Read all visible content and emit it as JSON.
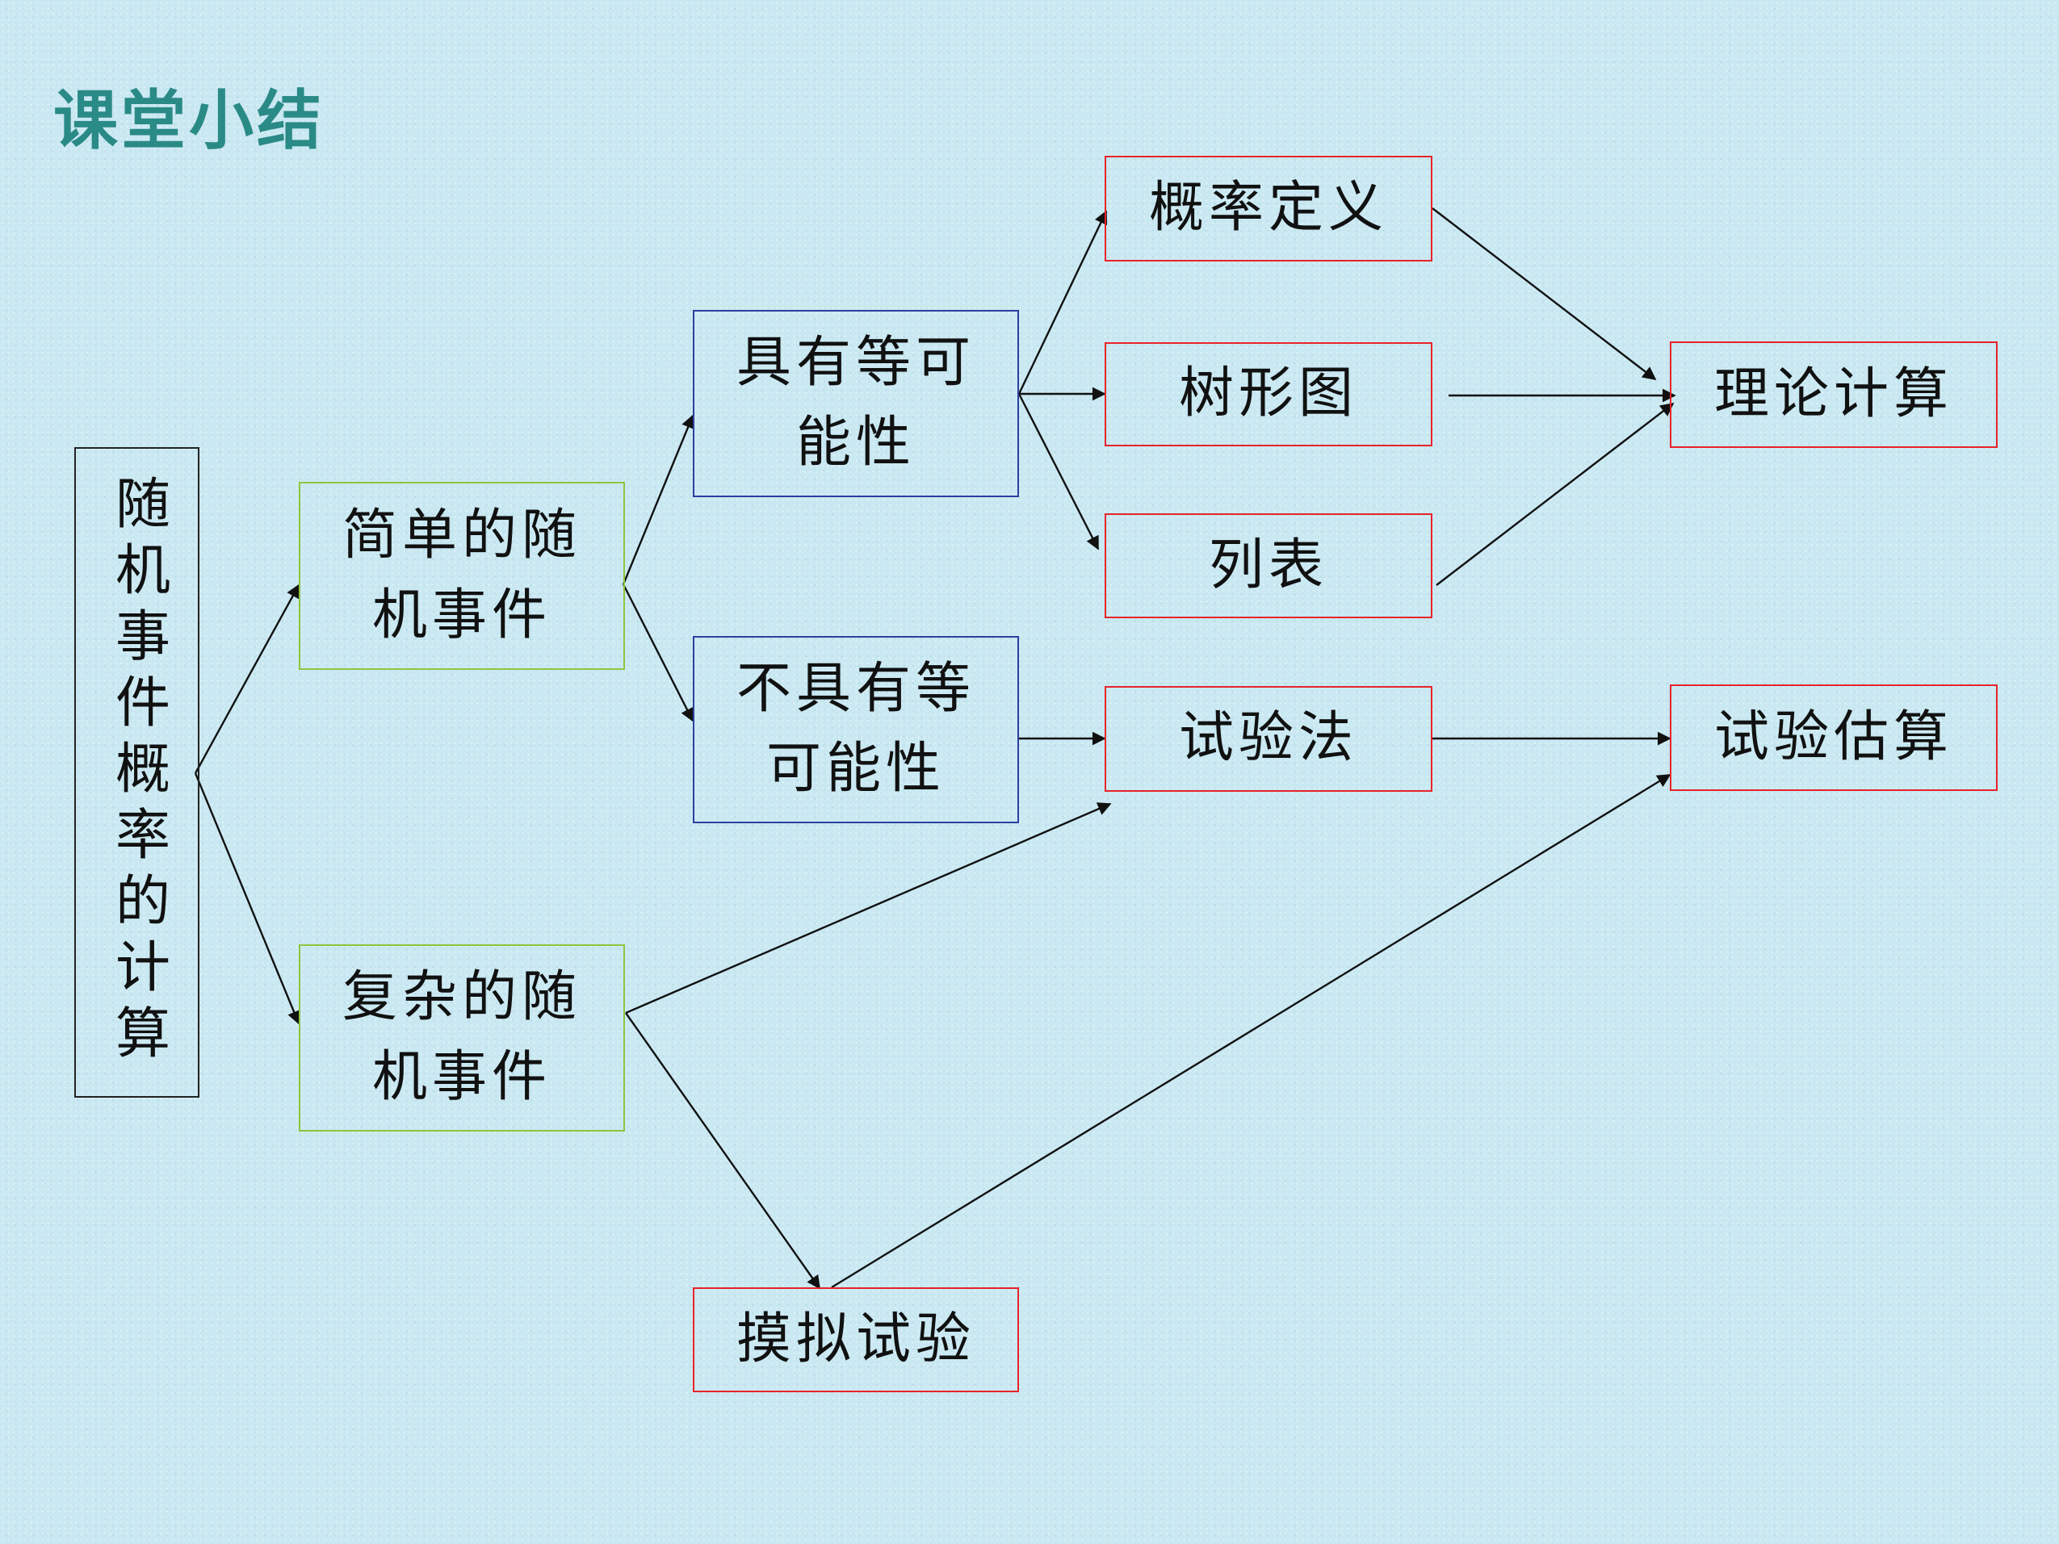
{
  "title": "课堂小结",
  "colors": {
    "title": "#2a8a86",
    "root_border": "#222222",
    "level1_border": "#8dc63f",
    "level2_border": "#2b3f9e",
    "method_border": "#e8232a",
    "background": "#c9e8f2"
  },
  "nodes": {
    "root": "随机事件概率的计算",
    "simple": "简单的随机事件",
    "complex": "复杂的随机事件",
    "equal": "具有等可能性",
    "unequal": "不具有等可能性",
    "definition": "概率定义",
    "tree": "树形图",
    "table": "列表",
    "experiment": "试验法",
    "simulation": "摸拟试验",
    "theory": "理论计算",
    "estimate": "试验估算"
  },
  "edges": [
    [
      "root",
      "simple"
    ],
    [
      "root",
      "complex"
    ],
    [
      "simple",
      "equal"
    ],
    [
      "simple",
      "unequal"
    ],
    [
      "equal",
      "definition"
    ],
    [
      "equal",
      "tree"
    ],
    [
      "equal",
      "table"
    ],
    [
      "unequal",
      "experiment"
    ],
    [
      "complex",
      "experiment"
    ],
    [
      "complex",
      "simulation"
    ],
    [
      "definition",
      "theory"
    ],
    [
      "tree",
      "theory"
    ],
    [
      "table",
      "theory"
    ],
    [
      "experiment",
      "estimate"
    ],
    [
      "simulation",
      "estimate"
    ]
  ]
}
